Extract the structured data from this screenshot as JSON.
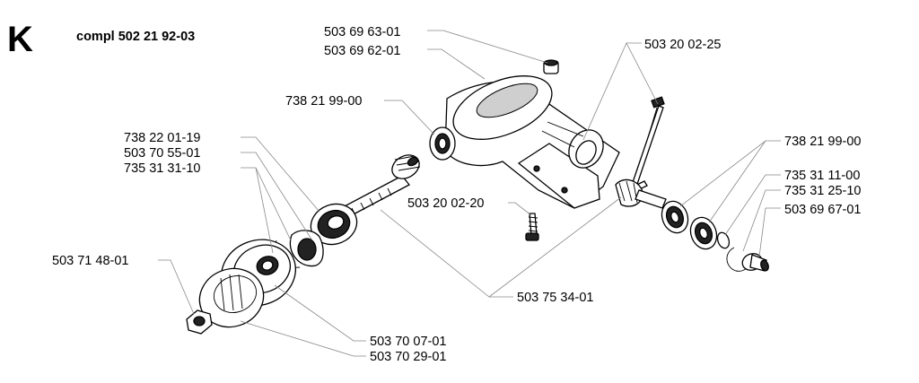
{
  "header": {
    "section_letter": "K",
    "assembly_label": "compl 502 21 92-03"
  },
  "callouts": [
    {
      "id": "c1",
      "text": "503 69 63-01"
    },
    {
      "id": "c2",
      "text": "503 69 62-01"
    },
    {
      "id": "c3",
      "text": "503 20 02-25"
    },
    {
      "id": "c4",
      "text": "738 21 99-00"
    },
    {
      "id": "c5",
      "text": "738 22 01-19"
    },
    {
      "id": "c6",
      "text": "503 70 55-01"
    },
    {
      "id": "c7",
      "text": "735 31 31-10"
    },
    {
      "id": "c8",
      "text": "738 21 99-00"
    },
    {
      "id": "c9",
      "text": "735 31 11-00"
    },
    {
      "id": "c10",
      "text": "735 31 25-10"
    },
    {
      "id": "c11",
      "text": "503 69 67-01"
    },
    {
      "id": "c12",
      "text": "503 20 02-20"
    },
    {
      "id": "c13",
      "text": "503 71 48-01"
    },
    {
      "id": "c14",
      "text": "503 75 34-01"
    },
    {
      "id": "c15",
      "text": "503 70 07-01"
    },
    {
      "id": "c16",
      "text": "503 70 29-01"
    }
  ]
}
